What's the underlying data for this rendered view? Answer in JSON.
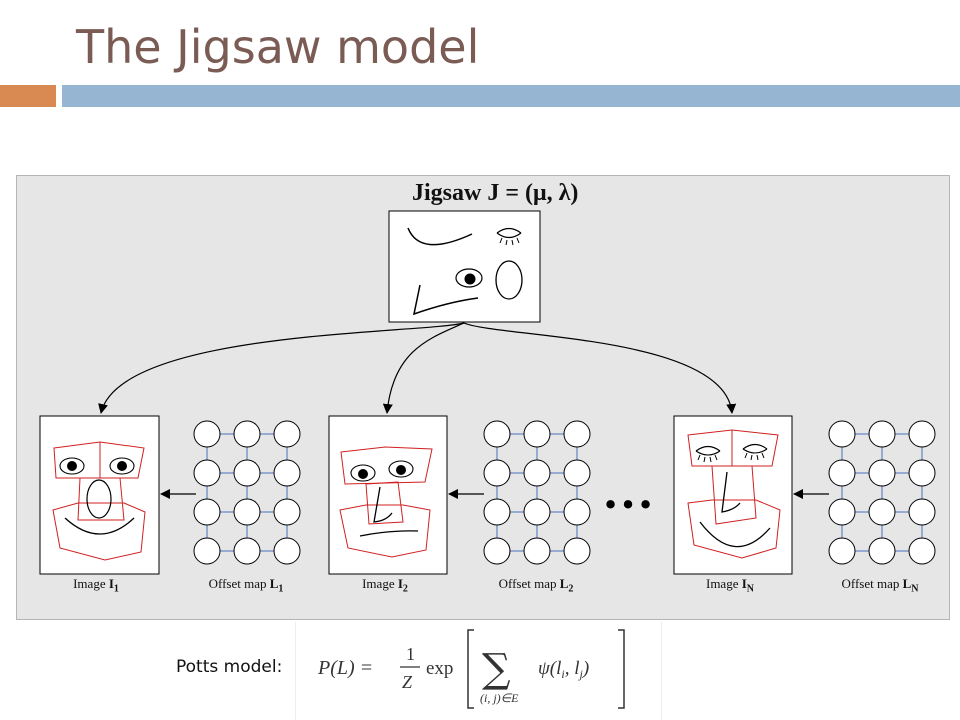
{
  "slide": {
    "title": "The Jigsaw model"
  },
  "jigsaw": {
    "label": "Jigsaw J = (μ, λ)"
  },
  "images": [
    {
      "label": "Image ",
      "sym": "I",
      "sub": "1"
    },
    {
      "label": "Image ",
      "sym": "I",
      "sub": "2"
    },
    {
      "label": "Image ",
      "sym": "I",
      "sub": "N"
    }
  ],
  "offset_maps": [
    {
      "label": "Offset map ",
      "sym": "L",
      "sub": "1"
    },
    {
      "label": "Offset map ",
      "sym": "L",
      "sub": "2"
    },
    {
      "label": "Offset map ",
      "sym": "L",
      "sub": "N"
    }
  ],
  "ellipsis": "…",
  "potts": {
    "label": "Potts model:",
    "formula": {
      "lhs": "P(L) =",
      "num": "1",
      "den": "Z",
      "fn": "exp",
      "sum": "∑",
      "sum_sub": "(i, j)∈E",
      "term": "ψ(l",
      "term_i": "i",
      "term_mid": ", l",
      "term_j": "j",
      "term_end": ")"
    }
  },
  "colors": {
    "accent_orange": "#d98a52",
    "accent_blue": "#95b5d3",
    "face_lines": "#d02020",
    "grid_edges": "#4a70c0"
  }
}
